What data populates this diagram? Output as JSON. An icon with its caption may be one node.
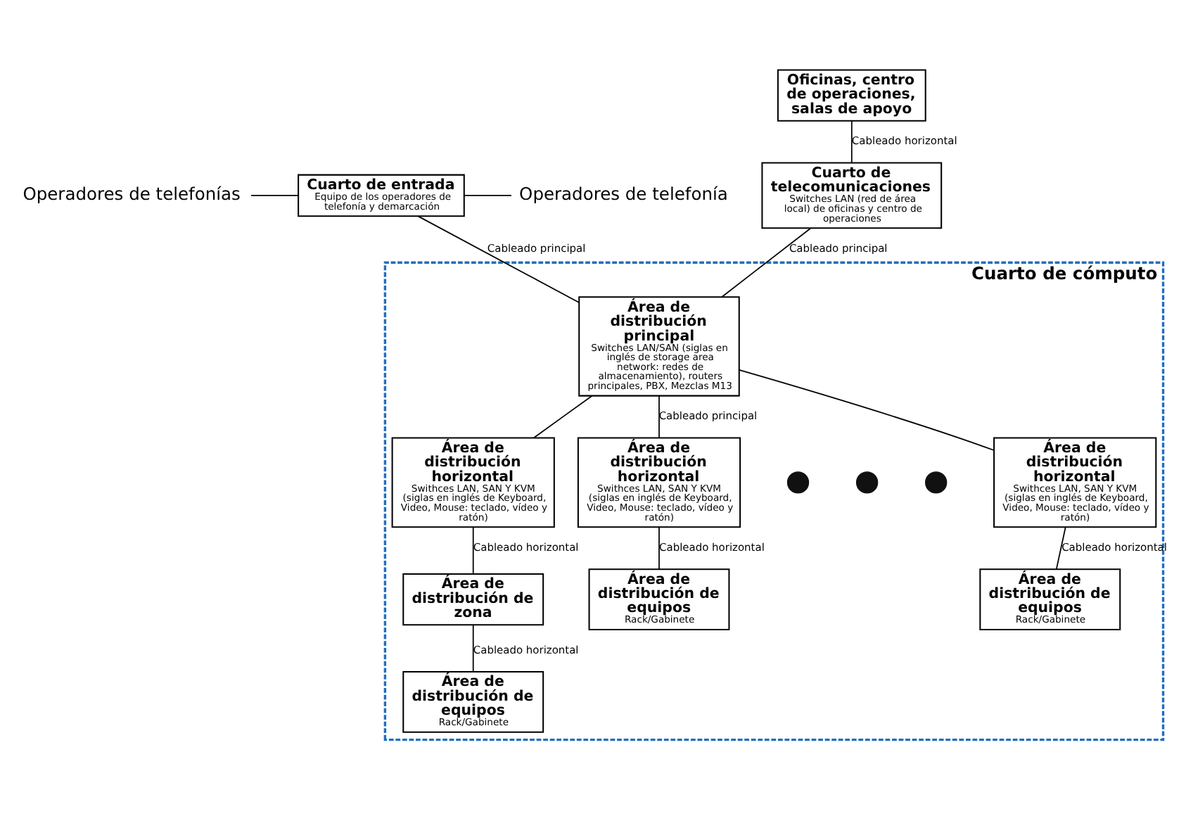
{
  "diagram": {
    "nodes": [
      {
        "text": [
          "Operadores de telefonías"
        ]
      },
      {
        "text": [
          "Cuarto de entrada",
          "Equipo de los operadores de telefonía y demarcación"
        ]
      },
      {
        "text": [
          "Operadores de telefonía"
        ]
      },
      {
        "text": [
          "Oficinas, centro de operaciones, salas de apoyo"
        ]
      },
      {
        "text": [
          "Cuarto de telecomunicaciones",
          "Switches LAN (red de área local) de oficinas y centro de operaciones"
        ]
      },
      {
        "text": [
          "Cuarto de cómputo"
        ]
      },
      {
        "text": [
          "Área de distribución principal",
          "Switches LAN/SAN (siglas en inglés de storage area network: redes de almacenamiento), routers principales, PBX, Mezclas M13"
        ],
        "in": 5
      },
      {
        "text": [
          "Área de distribución horizontal",
          "Swithces LAN, SAN Y KVM (siglas en inglés de Keyboard, Video, Mouse: teclado, vídeo y ratón)"
        ],
        "in": 5
      },
      {
        "text": [
          "Área de distribución de zona"
        ],
        "in": 5
      },
      {
        "text": [
          "Área de distribución de equipos",
          "Rack/Gabinete"
        ],
        "in": 5
      },
      {
        "text": [
          "Área de distribución horizontal",
          "Swithces LAN, SAN Y KVM (siglas en inglés de Keyboard, Video, Mouse: teclado, vídeo y ratón)"
        ],
        "in": 5
      },
      {
        "text": [
          "Área de distribución de equipos",
          "Rack/Gabinete"
        ],
        "in": 5
      },
      {
        "text": [],
        "shape": "circle",
        "in": 5
      },
      {
        "text": [],
        "shape": "circle",
        "in": 5
      },
      {
        "text": [],
        "shape": "circle",
        "in": 5
      },
      {
        "text": [
          "Área de distribución horizontal",
          "Swithces LAN, SAN Y KVM (siglas en inglés de Keyboard, Video, Mouse: teclado, vídeo y ratón)"
        ],
        "in": 5
      },
      {
        "text": [
          "Área de distribución de equipos",
          "Rack/Gabinete"
        ],
        "in": 5
      }
    ],
    "edges": [
      {
        "from": 0,
        "to": 1,
        "arrow": "none"
      },
      {
        "from": 1,
        "to": 2,
        "arrow": "none"
      },
      {
        "from": 3,
        "to": 4,
        "arrow": "none",
        "label": "Cableado horizontal"
      },
      {
        "from": 1,
        "to": 6,
        "arrow": "none",
        "label": "Cableado principal"
      },
      {
        "from": 4,
        "to": 6,
        "arrow": "none",
        "label": "Cableado principal"
      },
      {
        "from": 6,
        "to": 7,
        "arrow": "none"
      },
      {
        "from": 6,
        "to": 10,
        "arrow": "none",
        "label": "Cableado principal"
      },
      {
        "from": 6,
        "to": 15,
        "arrow": "none"
      },
      {
        "from": 7,
        "to": 8,
        "arrow": "none",
        "label": "Cableado horizontal"
      },
      {
        "from": 8,
        "to": 9,
        "arrow": "none",
        "label": "Cableado horizontal"
      },
      {
        "from": 10,
        "to": 11,
        "arrow": "none",
        "label": "Cableado horizontal"
      },
      {
        "from": 15,
        "to": 16,
        "arrow": "none",
        "label": "Cableado horizontal"
      }
    ]
  }
}
